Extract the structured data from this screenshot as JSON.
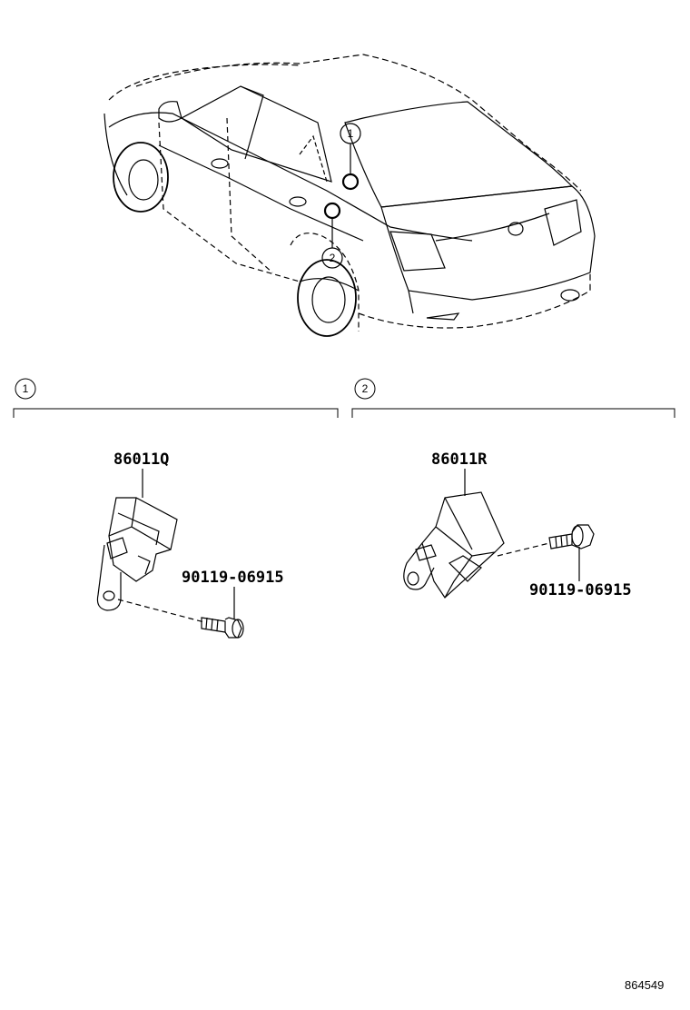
{
  "callouts": {
    "one": "1",
    "two": "2"
  },
  "sections": [
    {
      "number": "1",
      "part_number": "86011Q",
      "bolt_number": "90119-06915"
    },
    {
      "number": "2",
      "part_number": "86011R",
      "bolt_number": "90119-06915"
    }
  ],
  "diagram_id": "864549"
}
